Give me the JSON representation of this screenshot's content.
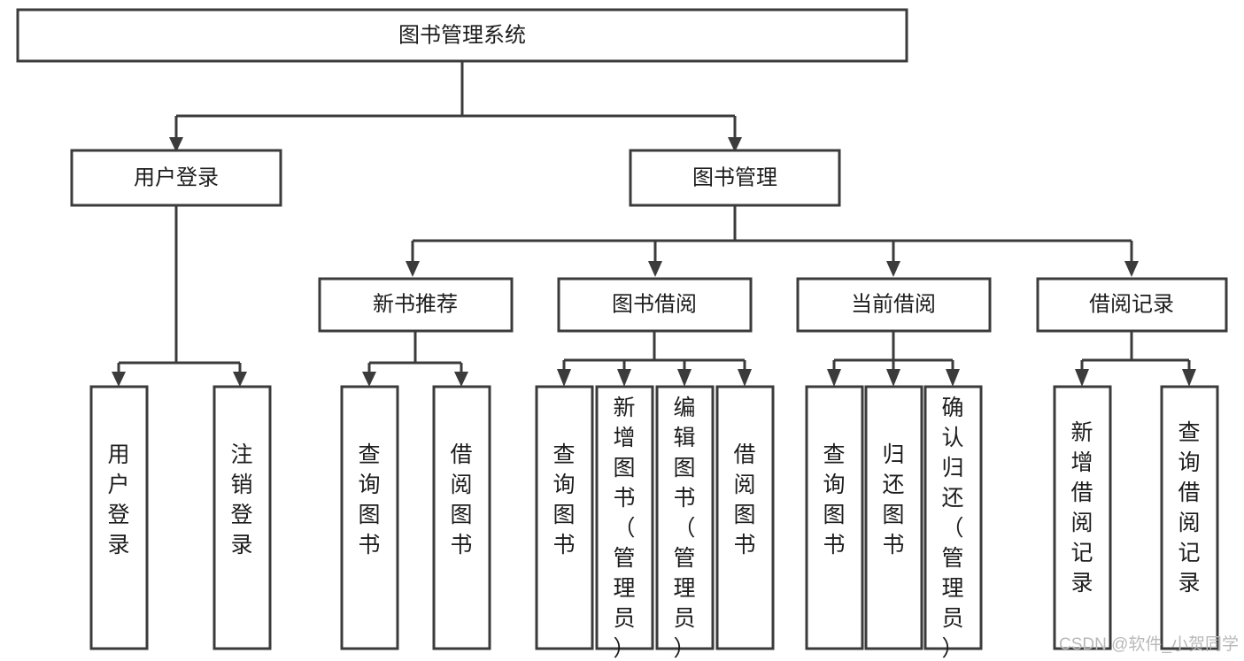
{
  "diagram": {
    "title_node": {
      "label": "图书管理系统"
    },
    "level2": [
      {
        "id": "user-login",
        "label": "用户登录"
      },
      {
        "id": "book-management",
        "label": "图书管理"
      }
    ],
    "level3": [
      {
        "id": "new-book-recommend",
        "label": "新书推荐"
      },
      {
        "id": "book-borrow",
        "label": "图书借阅"
      },
      {
        "id": "current-borrow",
        "label": "当前借阅"
      },
      {
        "id": "borrow-record",
        "label": "借阅记录"
      }
    ],
    "leaves": {
      "user-login": [
        {
          "id": "leaf-user-login",
          "label": "用户登录"
        },
        {
          "id": "leaf-logout-login",
          "label": "注销登录"
        }
      ],
      "new-book-recommend": [
        {
          "id": "leaf-query-book-1",
          "label": "查询图书"
        },
        {
          "id": "leaf-borrow-book-1",
          "label": "借阅图书"
        }
      ],
      "book-borrow": [
        {
          "id": "leaf-query-book-2",
          "label": "查询图书"
        },
        {
          "id": "leaf-add-book",
          "label": "新增图书（管理员）"
        },
        {
          "id": "leaf-edit-book",
          "label": "编辑图书（管理员）"
        },
        {
          "id": "leaf-borrow-book-2",
          "label": "借阅图书"
        }
      ],
      "current-borrow": [
        {
          "id": "leaf-query-book-3",
          "label": "查询图书"
        },
        {
          "id": "leaf-return-book",
          "label": "归还图书"
        },
        {
          "id": "leaf-confirm-return",
          "label": "确认归还（管理员）"
        }
      ],
      "borrow-record": [
        {
          "id": "leaf-add-borrow-record",
          "label": "新增借阅记录"
        },
        {
          "id": "leaf-query-borrow-record",
          "label": "查询借阅记录"
        }
      ]
    },
    "watermark": "CSDN @软件_小贺同学",
    "colors": {
      "stroke": "#3b3b3b",
      "box_fill": "#ffffff",
      "text": "#1c1c1c",
      "watermark": "#b9b9b9",
      "background": "#ffffff"
    }
  }
}
